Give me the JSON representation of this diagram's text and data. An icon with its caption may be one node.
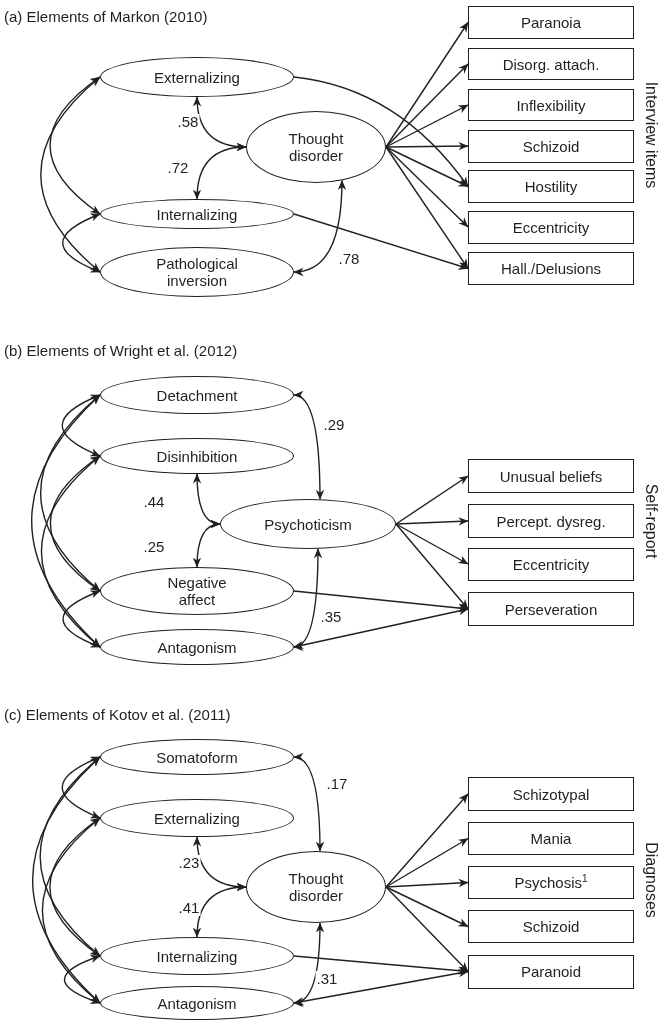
{
  "diagram": {
    "nodes": [
      {
        "text": [
          "Externalizing"
        ]
      },
      {
        "text": [
          "Internalizing"
        ]
      },
      {
        "text": [
          "Pathological inversion"
        ]
      },
      {
        "text": [
          "Thought disorder"
        ]
      },
      {
        "text": [
          "Paranoia"
        ]
      },
      {
        "text": [
          "Disorg. attach."
        ]
      },
      {
        "text": [
          "Inflexibility"
        ]
      },
      {
        "text": [
          "Schizoid"
        ]
      },
      {
        "text": [
          "Hostility"
        ]
      },
      {
        "text": [
          "Eccentricity"
        ]
      },
      {
        "text": [
          "Hall./Delusions"
        ]
      },
      {
        "text": [
          "Detachment"
        ]
      },
      {
        "text": [
          "Disinhibition"
        ]
      },
      {
        "text": [
          "Negative affect"
        ]
      },
      {
        "text": [
          "Antagonism"
        ]
      },
      {
        "text": [
          "Psychoticism"
        ]
      },
      {
        "text": [
          "Unusual beliefs"
        ]
      },
      {
        "text": [
          "Percept. dysreg."
        ]
      },
      {
        "text": [
          "Eccentricity"
        ]
      },
      {
        "text": [
          "Perseveration"
        ]
      },
      {
        "text": [
          "Somatoform"
        ]
      },
      {
        "text": [
          "Externalizing"
        ]
      },
      {
        "text": [
          "Internalizing"
        ]
      },
      {
        "text": [
          "Antagonism"
        ]
      },
      {
        "text": [
          "Thought disorder"
        ]
      },
      {
        "text": [
          "Schizotypal"
        ]
      },
      {
        "text": [
          "Mania"
        ]
      },
      {
        "text": [
          "Psychosis$^{1}$"
        ]
      },
      {
        "text": [
          "Schizoid"
        ]
      },
      {
        "text": [
          "Paranoid"
        ]
      }
    ],
    "edges": [
      {
        "from": 3,
        "to": 4,
        "arrow": "to"
      },
      {
        "from": 3,
        "to": 5,
        "arrow": "to"
      },
      {
        "from": 3,
        "to": 6,
        "arrow": "to"
      },
      {
        "from": 3,
        "to": 7,
        "arrow": "to"
      },
      {
        "from": 3,
        "to": 8,
        "arrow": "to"
      },
      {
        "from": 3,
        "to": 9,
        "arrow": "to"
      },
      {
        "from": 3,
        "to": 10,
        "arrow": "to"
      },
      {
        "from": 0,
        "to": 8,
        "arrow": "to"
      },
      {
        "from": 1,
        "to": 10,
        "arrow": "to"
      },
      {
        "from": 0,
        "to": 3,
        "arrow": "both",
        "label": ".58"
      },
      {
        "from": 1,
        "to": 3,
        "arrow": "both",
        "label": ".72"
      },
      {
        "from": 2,
        "to": 3,
        "arrow": "both",
        "label": ".78"
      },
      {
        "from": 0,
        "to": 1,
        "arrow": "both"
      },
      {
        "from": 1,
        "to": 2,
        "arrow": "both"
      },
      {
        "from": 0,
        "to": 2,
        "arrow": "both"
      },
      {
        "from": 15,
        "to": 16,
        "arrow": "to"
      },
      {
        "from": 15,
        "to": 17,
        "arrow": "to"
      },
      {
        "from": 15,
        "to": 18,
        "arrow": "to"
      },
      {
        "from": 15,
        "to": 19,
        "arrow": "to"
      },
      {
        "from": 13,
        "to": 19,
        "arrow": "to"
      },
      {
        "from": 14,
        "to": 19,
        "arrow": "both"
      },
      {
        "from": 11,
        "to": 15,
        "arrow": "both",
        "label": ".29"
      },
      {
        "from": 12,
        "to": 15,
        "arrow": "both",
        "label": ".44"
      },
      {
        "from": 13,
        "to": 15,
        "arrow": "both",
        "label": ".25"
      },
      {
        "from": 14,
        "to": 15,
        "arrow": "both",
        "label": ".35"
      },
      {
        "from": 11,
        "to": 12,
        "arrow": "both"
      },
      {
        "from": 11,
        "to": 13,
        "arrow": "both"
      },
      {
        "from": 11,
        "to": 14,
        "arrow": "both"
      },
      {
        "from": 12,
        "to": 13,
        "arrow": "both"
      },
      {
        "from": 12,
        "to": 14,
        "arrow": "both"
      },
      {
        "from": 13,
        "to": 14,
        "arrow": "both"
      },
      {
        "from": 24,
        "to": 25,
        "arrow": "to"
      },
      {
        "from": 24,
        "to": 26,
        "arrow": "to"
      },
      {
        "from": 24,
        "to": 27,
        "arrow": "to"
      },
      {
        "from": 24,
        "to": 28,
        "arrow": "to"
      },
      {
        "from": 24,
        "to": 29,
        "arrow": "to"
      },
      {
        "from": 22,
        "to": 29,
        "arrow": "to"
      },
      {
        "from": 23,
        "to": 29,
        "arrow": "both"
      },
      {
        "from": 20,
        "to": 24,
        "arrow": "both",
        "label": ".17"
      },
      {
        "from": 21,
        "to": 24,
        "arrow": "both",
        "label": ".23"
      },
      {
        "from": 22,
        "to": 24,
        "arrow": "both",
        "label": ".41"
      },
      {
        "from": 23,
        "to": 24,
        "arrow": "both",
        "label": ".31"
      },
      {
        "from": 20,
        "to": 21,
        "arrow": "both"
      },
      {
        "from": 20,
        "to": 22,
        "arrow": "both"
      },
      {
        "from": 20,
        "to": 23,
        "arrow": "both"
      },
      {
        "from": 21,
        "to": 22,
        "arrow": "both"
      },
      {
        "from": 21,
        "to": 23,
        "arrow": "both"
      },
      {
        "from": 22,
        "to": 23,
        "arrow": "both"
      }
    ],
    "labels": [
      "(a) Elements of Markon (2010)",
      "Interview items",
      "(b) Elements of Wright et al. (2012)",
      "Self-report",
      "(c) Elements of Kotov et al. (2011)",
      "Diagnoses"
    ]
  }
}
